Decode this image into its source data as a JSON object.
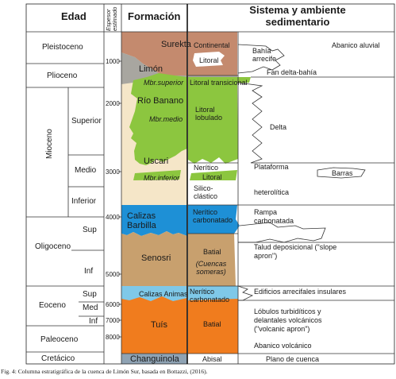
{
  "headers": {
    "age": "Edad",
    "thickness": "Espesor estimado",
    "formation": "Formación",
    "environment": "Sistema y ambiente sedimentario"
  },
  "epochs": [
    "Pleistoceno",
    "Plioceno",
    "Mioceno",
    "Oligoceno",
    "Eoceno",
    "Paleoceno",
    "Cretácico"
  ],
  "subdivisions": {
    "miocene": [
      "Superior",
      "Medio",
      "Inferior"
    ],
    "oligocene": [
      "Sup",
      "Inf"
    ],
    "eocene": [
      "Sup",
      "Med",
      "Inf"
    ]
  },
  "depth_ticks": [
    "1000",
    "2000",
    "3000",
    "4000",
    "5000",
    "6000",
    "7000",
    "8000"
  ],
  "formations": {
    "surekta": "Surekta",
    "limon": "Limón",
    "mbr_superior": "Mbr.superior",
    "rio_banano": "Río Banano",
    "mbr_medio": "Mbr.medio",
    "uscari": "Uscari",
    "mbr_inferior": "Mbr.inferior",
    "calizas_barbilla": "Calizas Barbilla",
    "senosri": "Senosri",
    "calizas_animas": "Calizas Animas",
    "tuis": "Tuís",
    "changuinola": "Changuinola"
  },
  "environments": {
    "continental": "Continental",
    "litoral": "Litoral",
    "litoral_transicional": "Litoral transicional",
    "litoral_lobulado": "Litoral lobulado",
    "neritico": "Nerítico",
    "litoral_small": "Litoral",
    "silicoclastico": "Silico-clástico",
    "neritico_carbonatado": "Nerítico carbonatado",
    "batial_cuencas": "Batial",
    "cuencas_someras": "(Cuencas someras)",
    "neritico_carbonatado_2": "Nerítico carbonatado",
    "batial": "Batial",
    "abisal": "Abisal"
  },
  "systems": {
    "abanico_aluvial": "Abanico aluvial",
    "bahia_arrecife": "Bahía arrecife",
    "fan_delta": "Fan delta-bahía",
    "delta": "Delta",
    "plataforma": "Plataforma",
    "barras": "Barras",
    "heterolitica": "heterolítica",
    "rampa": "Rampa carbonatada",
    "talud": "Talud deposicional (\"slope apron\")",
    "edificios": "Edificios arrecifales insulares",
    "lobulos": "Lóbulos turbidíticos y delantales volcánicos (\"volcanic apron\")",
    "abanico_volcanico": "Abanico volcánico",
    "plano_cuenca": "Plano de cuenca"
  },
  "caption": "Fig. 4: Columna estratigráfica de la cuenca de Limón Sur, basada en Bottazzi, (2016).",
  "colors": {
    "surekta": "#c48a6e",
    "limon": "#a8a6a0",
    "rio_banano": "#8cc63f",
    "uscari": "#f5e6c8",
    "barbilla": "#1e90d6",
    "senosri": "#c8a06e",
    "animas": "#7fc8e8",
    "tuis": "#f07c1e",
    "changuinola": "#8fa3b4"
  }
}
